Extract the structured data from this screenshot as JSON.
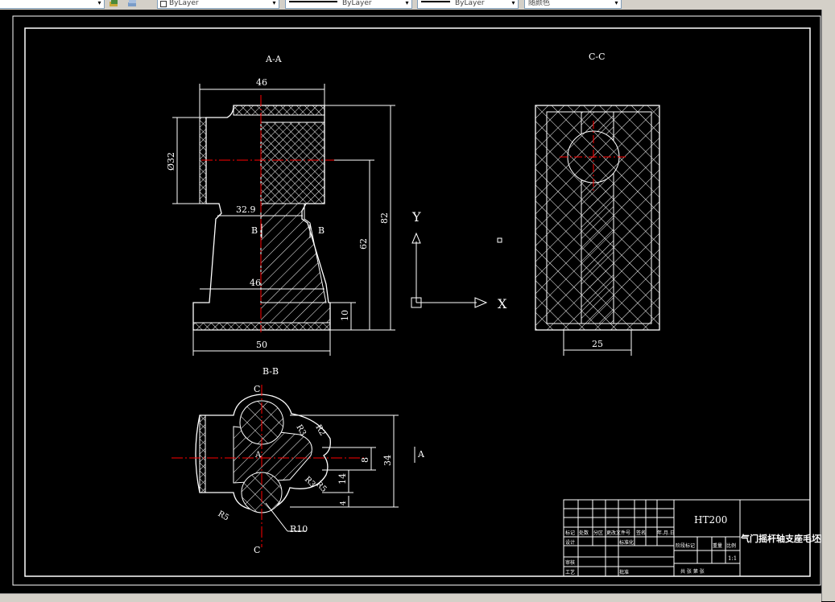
{
  "toolbar": {
    "layer_select_1": "ByLayer",
    "linetype_select": "ByLayer",
    "lineweight_select": "ByLayer",
    "color_select": "随颜色"
  },
  "drawing": {
    "section_aa_label": "A-A",
    "section_cc_label": "C-C",
    "section_bb_label": "B-B",
    "dims": {
      "aa_top_width": "46",
      "aa_diameter": "Ø32",
      "aa_neck": "32.9",
      "aa_base_inner": "46",
      "aa_base_width": "50",
      "aa_total_height": "82",
      "aa_mid_height": "62",
      "aa_base_height": "10",
      "cc_width": "25",
      "bb_height": "34",
      "bb_gap_8": "8",
      "bb_gap_14": "14",
      "bb_gap_4": "4",
      "bb_r10": "R10",
      "bb_r5": "R5",
      "bb_r3a": "R3",
      "bb_r3b": "R3",
      "bb_r2": "R2",
      "bb_r5b": "R5"
    },
    "cut_marks": {
      "b_left": "B",
      "b_right": "B",
      "a_right": "A",
      "a_left": "A",
      "c_top": "C",
      "c_bottom": "C"
    },
    "ucs": {
      "y_label": "Y",
      "x_label": "X"
    },
    "title_block": {
      "material": "HT200",
      "title": "气门摇杆轴支座毛坯图",
      "row_labels": [
        "标记",
        "处数",
        "分区",
        "更改文件号",
        "签名",
        "年.月.日"
      ],
      "designer": "设计",
      "standard": "标准化",
      "stage_labels": [
        "阶段标记",
        "重量",
        "比例"
      ],
      "scale": "1:1",
      "checker": "审核",
      "process": "工艺",
      "approve": "批准",
      "sheets_label": "共 张 第 张"
    }
  },
  "colors": {
    "background": "#000000",
    "lines": "#ffffff",
    "centerline": "#ff0000",
    "toolbar": "#d4d0c8"
  }
}
